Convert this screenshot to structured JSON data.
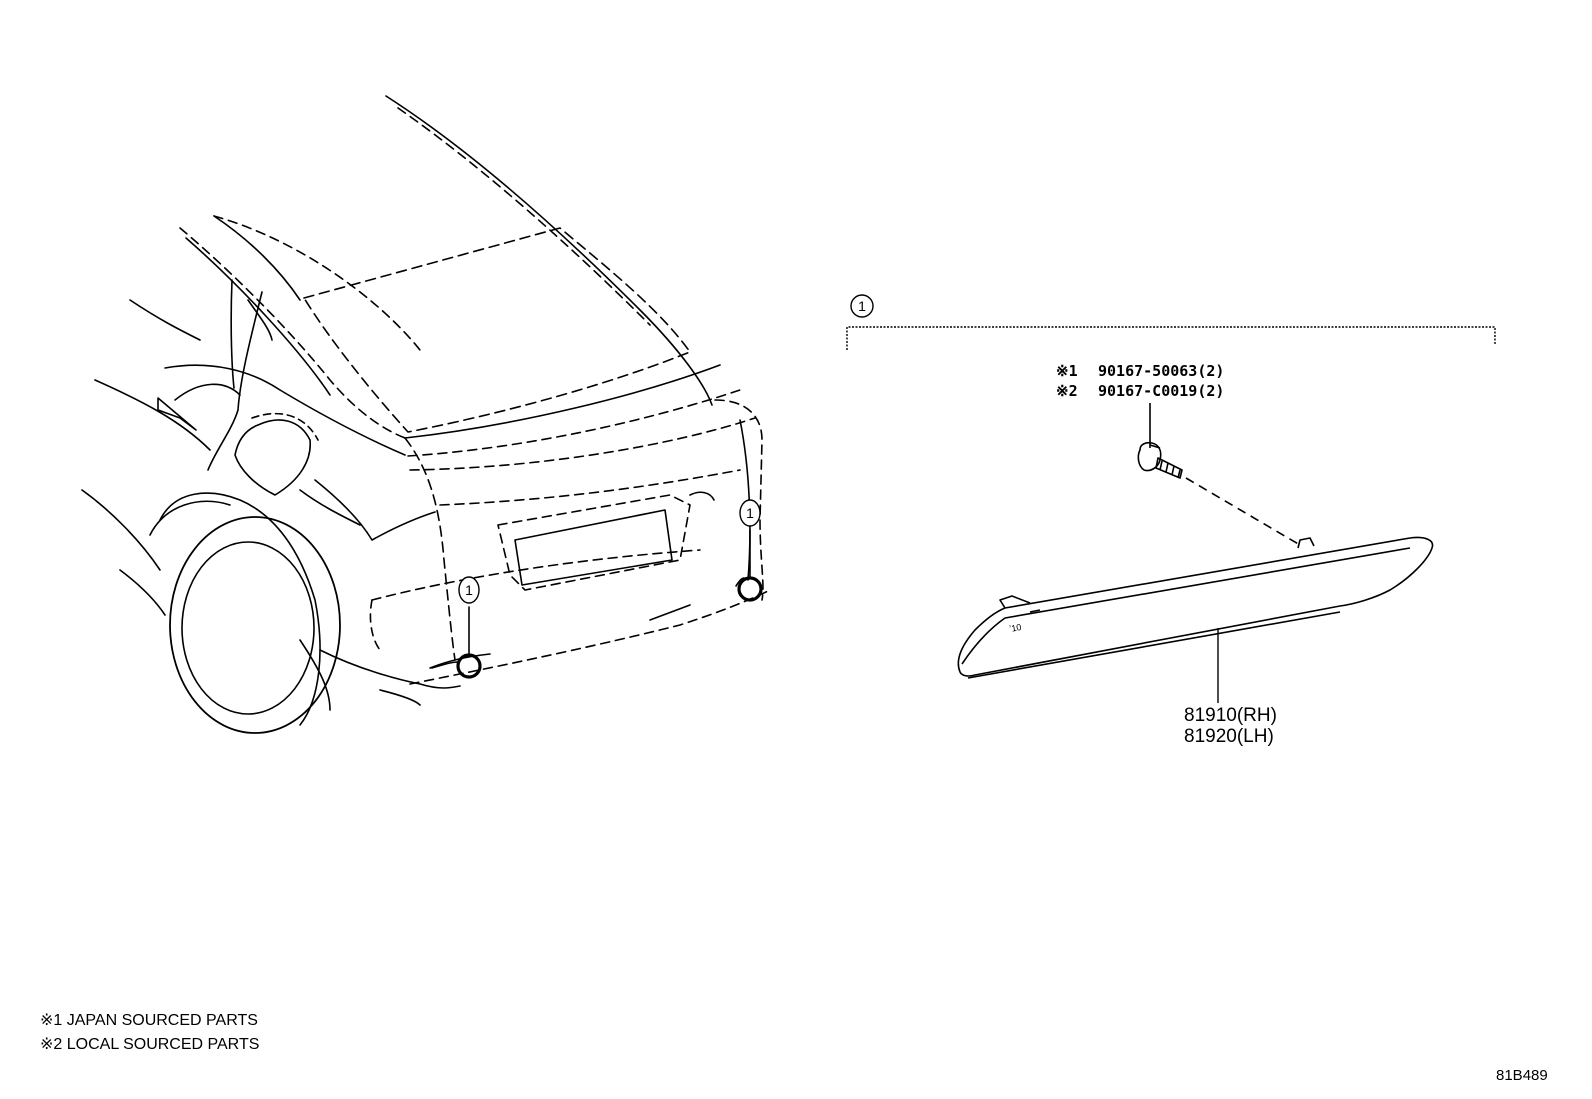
{
  "callout": {
    "number": "1"
  },
  "fastener": {
    "line1_mark": "※1",
    "line1_part": "90167-50063(2)",
    "line2_mark": "※2",
    "line2_part": "90167-C0019(2)"
  },
  "reflector": {
    "part_rh": "81910(RH)",
    "part_lh": "81920(LH)",
    "marking": "ʼ10"
  },
  "notes": [
    "※1 JAPAN SOURCED PARTS",
    "※2 LOCAL SOURCED PARTS"
  ],
  "diagram_code": "81B489"
}
